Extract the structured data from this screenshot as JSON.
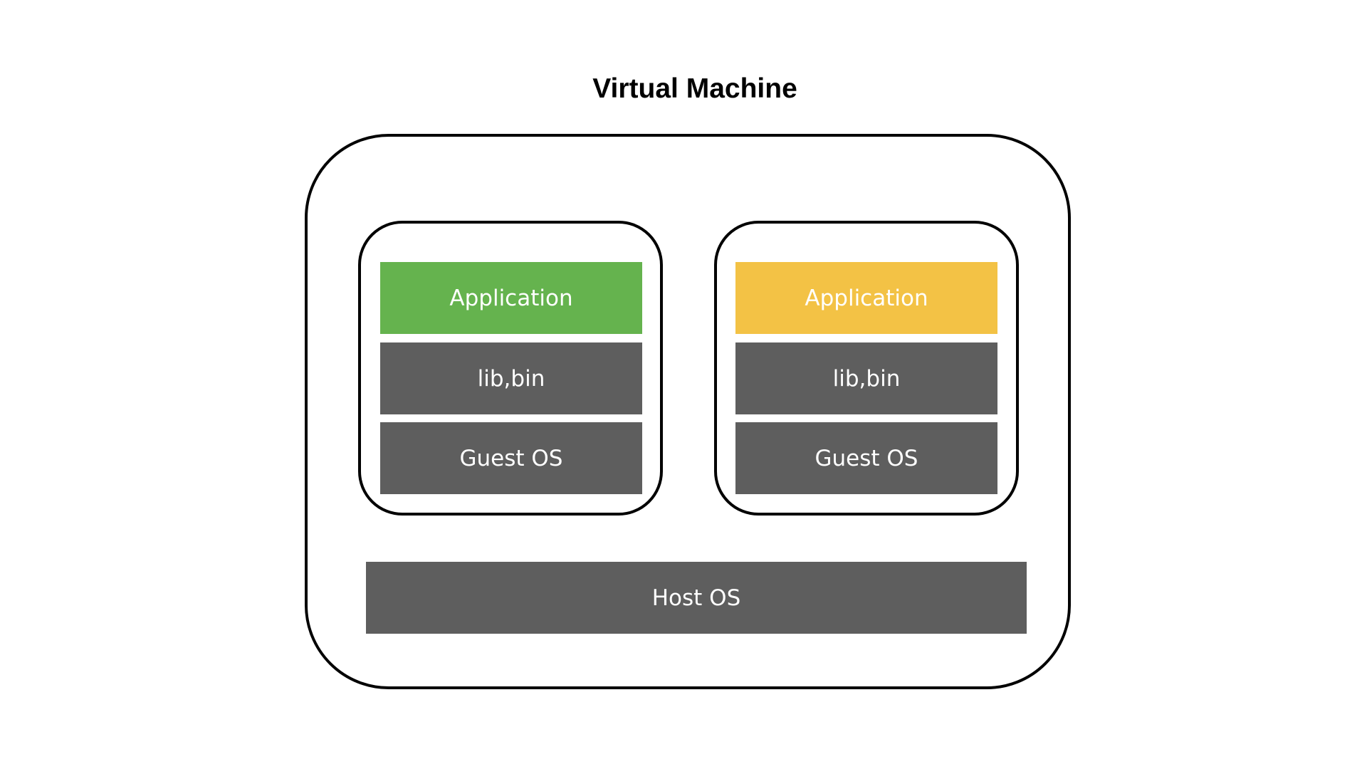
{
  "title": "Virtual Machine",
  "colors": {
    "app_left": "#65b34e",
    "app_right": "#f3c245",
    "layer_dark": "#5e5e5e",
    "border": "#000000",
    "text_light": "#ffffff"
  },
  "vms": [
    {
      "application": "Application",
      "libs": "lib,bin",
      "guest_os": "Guest OS"
    },
    {
      "application": "Application",
      "libs": "lib,bin",
      "guest_os": "Guest OS"
    }
  ],
  "host": {
    "label": "Host OS"
  }
}
